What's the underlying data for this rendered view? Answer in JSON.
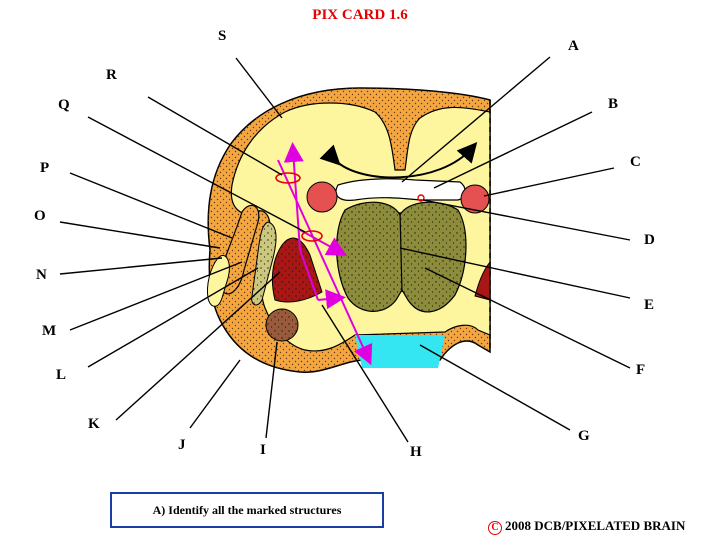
{
  "title": "PIX CARD 1.6",
  "labels": {
    "A": "A",
    "B": "B",
    "C": "C",
    "D": "D",
    "E": "E",
    "F": "F",
    "G": "G",
    "H": "H",
    "I": "I",
    "J": "J",
    "K": "K",
    "L": "L",
    "M": "M",
    "N": "N",
    "O": "O",
    "P": "P",
    "Q": "Q",
    "R": "R",
    "S": "S"
  },
  "instruction": "A) Identify all the marked structures",
  "copyright": {
    "symbol": "C",
    "text": "2008  DCB/PIXELATED BRAIN"
  },
  "colors": {
    "title": "#e60000",
    "cortex_orange": "#f4a640",
    "white_matter": "#fdf69e",
    "thalamus_olive": "#8c8c3c",
    "red_nuclei": "#e55050",
    "dark_red": "#a81616",
    "brown": "#9a5a3c",
    "cyan": "#33e6f2",
    "magenta": "#e000e0",
    "tan": "#ccc77f"
  }
}
